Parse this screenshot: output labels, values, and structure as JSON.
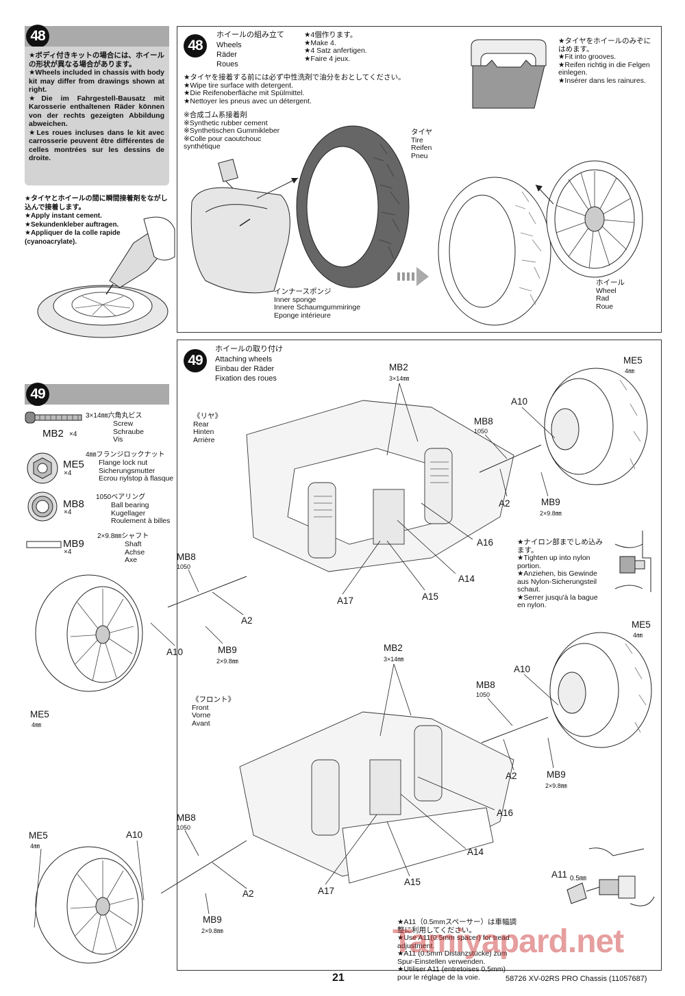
{
  "sidebar": {
    "step48": {
      "number": "48",
      "note": "★ボディ付きキットの場合には、ホイールの形状が異なる場合があります。\n★Wheels included in chassis with body kit may differ from drawings shown at right.\n★Die im Fahrgestell-Bausatz mit Karosserie enthaltenen Räder können von der rechts gezeigten Abbildung abweichen.\n★Les roues incluses dans le kit avec carrosserie peuvent être différentes de celles montrées sur les dessins de droite.",
      "cement_note": "★タイヤとホイールの間に瞬間接着剤をながし込んで接着します。\n★Apply instant cement.\n★Sekundenkleber auftragen.\n★Appliquer de la colle rapide (cyanoacrylate)."
    },
    "step49": {
      "number": "49",
      "parts": [
        {
          "code": "MB2",
          "qty": "×4",
          "spec": "3×14㎜六角丸ビス",
          "names": "Screw\nSchraube\nVis"
        },
        {
          "code": "ME5",
          "qty": "×4",
          "spec": "4㎜フランジロックナット",
          "names": "Flange lock nut\nSicherungsmutter\nEcrou nylstop à flasque"
        },
        {
          "code": "MB8",
          "qty": "×4",
          "spec": "1050ベアリング",
          "names": "Ball bearing\nKugellager\nRoulement à billes"
        },
        {
          "code": "MB9",
          "qty": "×4",
          "spec": "2×9.8㎜シャフト",
          "names": "Shaft\nAchse\nAxe"
        }
      ]
    }
  },
  "step48": {
    "number": "48",
    "title_jp": "ホイールの組み立て",
    "title_en": "Wheels",
    "title_de": "Räder",
    "title_fr": "Roues",
    "make": "★4個作ります。\n★Make 4.\n★4 Satz anfertigen.\n★Faire 4 jeux.",
    "detergent": "★タイヤを接着する前には必ず中性洗剤で油分をおとしてください。\n★Wipe tire surface with detergent.\n★Die Reifenoberfläche mit Spülmittel.\n★Nettoyer les pneus avec un détergent.",
    "cement": "※合成ゴム系接着剤\n※Synthetic rubber cement\n※Synthetischen Gummikleber\n※Colle pour caoutchouc\n  synthétique",
    "tire": "タイヤ\nTire\nReifen\nPneu",
    "sponge": "インナースポンジ\nInner sponge\nInnere Schaumgummiringe\nEponge intérieure",
    "wheel": "ホイール\nWheel\nRad\nRoue",
    "grooves": "★タイヤをホイールのみぞにはめます。\n★Fit into grooves.\n★Reifen richtig in die Felgen einlegen.\n★Insérer dans les rainures."
  },
  "step49": {
    "number": "49",
    "title_jp": "ホイールの取り付け",
    "title_en": "Attaching wheels",
    "title_de": "Einbau der Räder",
    "title_fr": "Fixation des roues",
    "rear": "《リヤ》\nRear\nHinten\nArrière",
    "front": "《フロント》\nFront\nVorne\nAvant",
    "nylon": "★ナイロン部までしめ込みます。\n★Tighten up into nylon portion.\n★Anziehen, bis Gewinde aus Nylon-Sicherungsteil schaut.\n★Serrer jusqu'à la bague en nylon.",
    "a11_note": "★A11（0.5mmスペーサー）は車幅調整に利用してください。\n★Use A11(0.5mm spacer) for tread adjustment.\n★A11 (0.5mm Distanzstücke) zum Spur-Einstellen verwenden.\n★Utiliser A11 (entretoises 0,5mm) pour le réglage de la voie.",
    "labels": {
      "mb2": "MB2",
      "mb2_size": "3×14㎜",
      "me5": "ME5",
      "me5_size": "4㎜",
      "mb8": "MB8",
      "mb8_size": "1050",
      "mb9": "MB9",
      "mb9_size": "2×9.8㎜",
      "a10": "A10",
      "a2": "A2",
      "a14": "A14",
      "a15": "A15",
      "a16": "A16",
      "a17": "A17",
      "a11": "A11",
      "a11_size": "0.5㎜"
    }
  },
  "footer": {
    "page": "21",
    "title": "58726 XV-02RS PRO Chassis (11057687)",
    "watermark": "Tamiyapard.net"
  }
}
